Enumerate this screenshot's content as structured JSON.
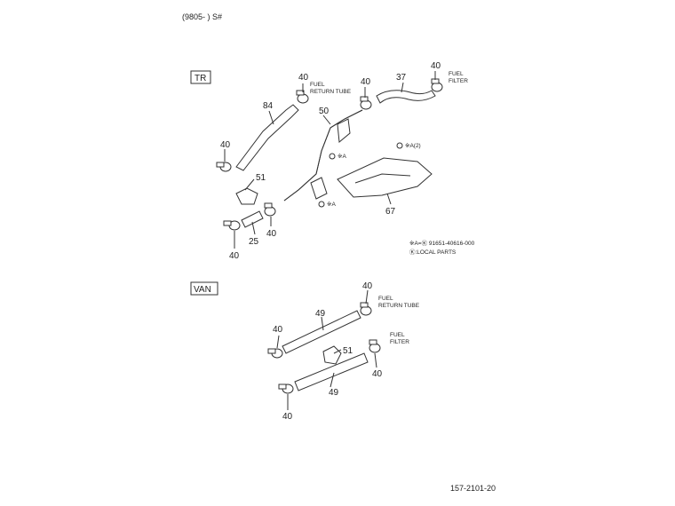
{
  "header": {
    "date_range": "(9805-      ) S#"
  },
  "footer": {
    "ref": "157-2101-20"
  },
  "sections": {
    "tr": {
      "label": "TR",
      "callouts": [
        "40",
        "40",
        "37",
        "40",
        "84",
        "50",
        "40",
        "51",
        "25",
        "40",
        "40",
        "67"
      ],
      "notes": {
        "fuel_return": [
          "FUEL",
          "RETURN TUBE"
        ],
        "fuel_filter": [
          "FUEL",
          "FILTER"
        ],
        "ref_a1": "※A",
        "ref_a2": "※A",
        "ref_a3": "※A(2)",
        "legend_a": "※A=Ⓚ 91651-40616-000",
        "legend_k": "Ⓚ:LOCAL PARTS"
      }
    },
    "van": {
      "label": "VAN",
      "callouts": [
        "40",
        "49",
        "40",
        "51",
        "40",
        "49",
        "40"
      ],
      "notes": {
        "fuel_return": [
          "FUEL",
          "RETURN TUBE"
        ],
        "fuel_filter": [
          "FUEL",
          "FILTER"
        ]
      }
    }
  }
}
